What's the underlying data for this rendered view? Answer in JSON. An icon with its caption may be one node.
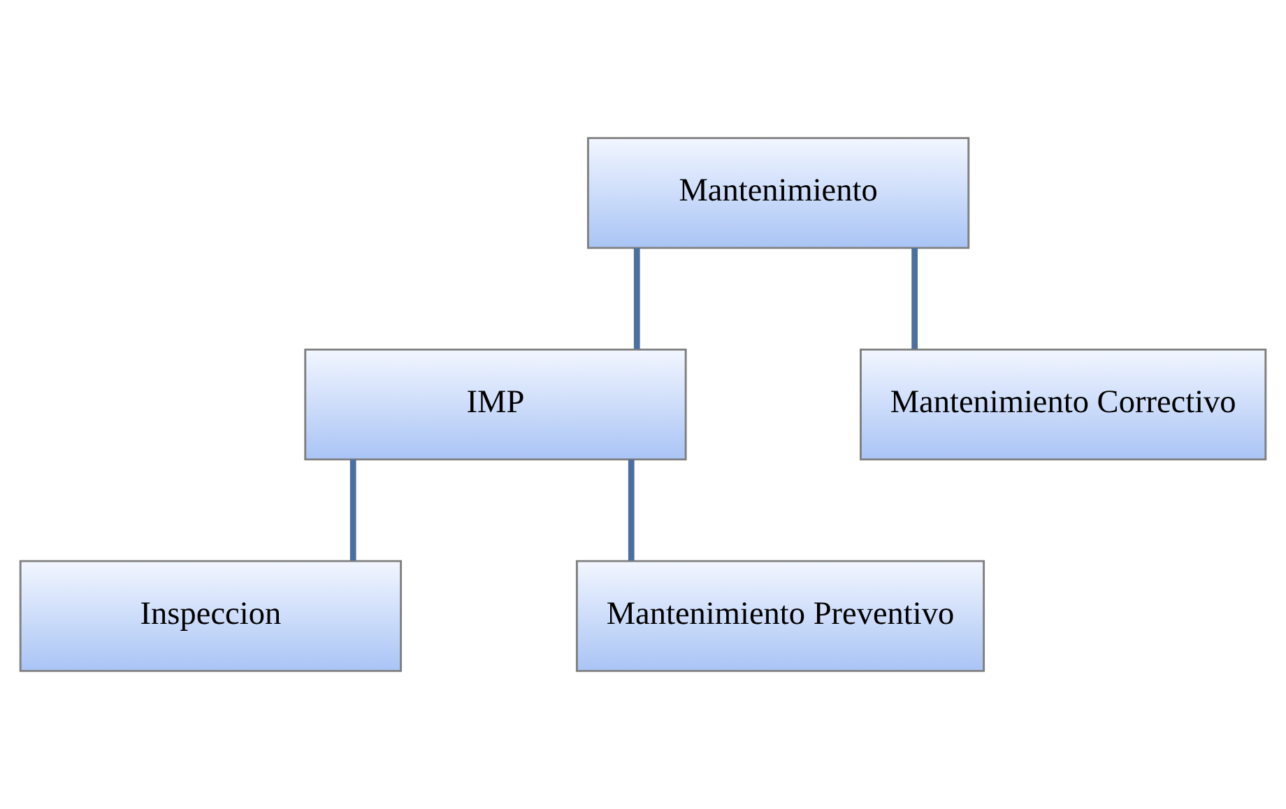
{
  "diagram": {
    "nodes": [
      {
        "text": [
          "Mantenimiento"
        ]
      },
      {
        "text": [
          "IMP"
        ]
      },
      {
        "text": [
          "Mantenimiento Correctivo"
        ]
      },
      {
        "text": [
          "Inspeccion"
        ]
      },
      {
        "text": [
          "Mantenimiento Preventivo"
        ]
      }
    ],
    "edges": [
      {
        "from": 0,
        "to": 1,
        "arrow": "none"
      },
      {
        "from": 0,
        "to": 2,
        "arrow": "none"
      },
      {
        "from": 1,
        "to": 3,
        "arrow": "none"
      },
      {
        "from": 1,
        "to": 4,
        "arrow": "none"
      }
    ]
  }
}
